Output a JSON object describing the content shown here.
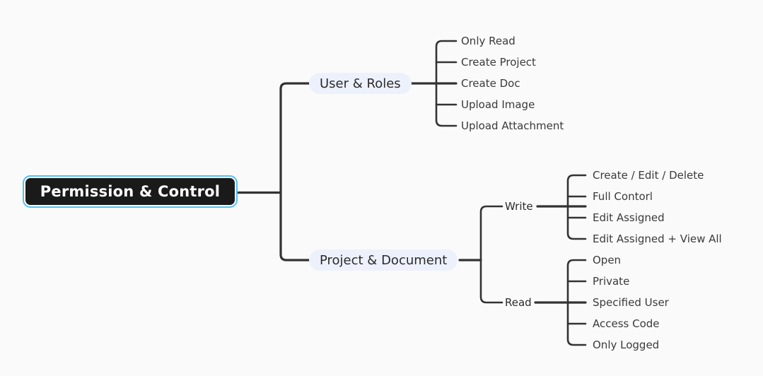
{
  "diagram": {
    "type": "mind-map",
    "background_color": "#fafafa",
    "root": {
      "label": "Permission & Control",
      "fill_color": "#1a1a1a",
      "text_color": "#ffffff",
      "border_color": "#4fc0f5"
    },
    "branches": [
      {
        "label": "User & Roles",
        "pill_color": "#edf1fc",
        "children": [
          {
            "label": "Only Read"
          },
          {
            "label": "Create Project"
          },
          {
            "label": "Create Doc"
          },
          {
            "label": "Upload Image"
          },
          {
            "label": "Upload Attachment"
          }
        ]
      },
      {
        "label": "Project & Document",
        "pill_color": "#edf1fc",
        "groups": [
          {
            "label": "Write",
            "children": [
              {
                "label": "Create / Edit / Delete"
              },
              {
                "label": "Full Contorl"
              },
              {
                "label": "Edit Assigned"
              },
              {
                "label": "Edit Assigned + View All"
              }
            ]
          },
          {
            "label": "Read",
            "children": [
              {
                "label": "Open"
              },
              {
                "label": "Private"
              },
              {
                "label": "Specified User"
              },
              {
                "label": "Access Code"
              },
              {
                "label": "Only Logged"
              }
            ]
          }
        ]
      }
    ]
  }
}
